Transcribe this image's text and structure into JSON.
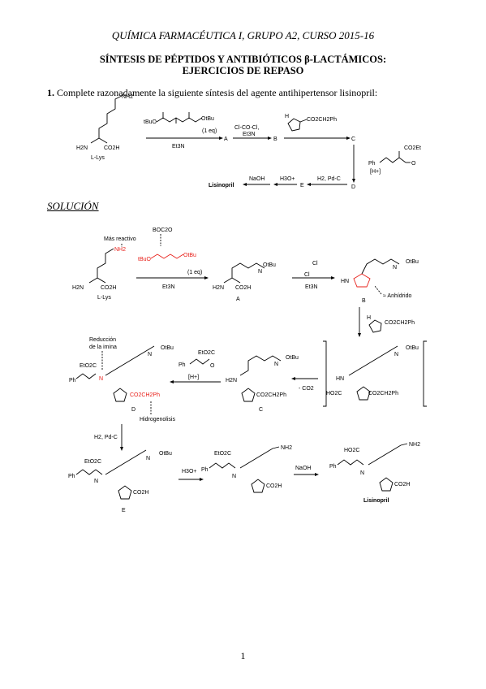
{
  "header": "QUÍMICA FARMACÉUTICA I, GRUPO A2, CURSO 2015-16",
  "title_line1": "SÍNTESIS DE PÉPTIDOS Y ANTIBIÓTICOS β-LACTÁMICOS:",
  "title_line2": "EJERCICIOS DE REPASO",
  "question_number": "1.",
  "question_text": " Complete razonadamente la siguiente síntesis del agente antihipertensor lisinopril:",
  "solution_heading": "SOLUCIÓN",
  "page_number": "1",
  "scheme1": {
    "lys_label": "L-Lys",
    "nh2": "NH2",
    "h2n": "H2N",
    "co2h": "CO2H",
    "boc_left": "tBuO",
    "boc_right": "OtBu",
    "eq": "(1 eq)",
    "et3n": "Et3N",
    "A": "A",
    "B": "B",
    "C": "C",
    "D": "D",
    "E": "E",
    "clcocl": "Cl-CO-Cl,",
    "pro_ester": "CO2CH2Ph",
    "ph": "Ph",
    "co2et": "CO2Et",
    "o": "O",
    "hplus": "[H+]",
    "h2pdc": "H2, Pd-C",
    "h3o": "H3O+",
    "naoh": "NaOH",
    "lisinopril": "Lisinopril"
  },
  "scheme2": {
    "mas_reactivo": "Más reactivo",
    "boc2o": "BOC2O",
    "anhidrido": "≈ Anhídrido",
    "reduccion": "Reducción",
    "de_la_imina": "de la imina",
    "hidrogenolisis": "Hidrogenolisis",
    "minus_co2": "- CO2",
    "ho2c": "HO2C",
    "eto2c": "EtO2C",
    "hn": "HN",
    "n": "N",
    "h": "H",
    "cl": "Cl",
    "obu": "OtBu",
    "nh2": "NH2",
    "co2h": "CO2H",
    "lysl": "L-Lys"
  }
}
